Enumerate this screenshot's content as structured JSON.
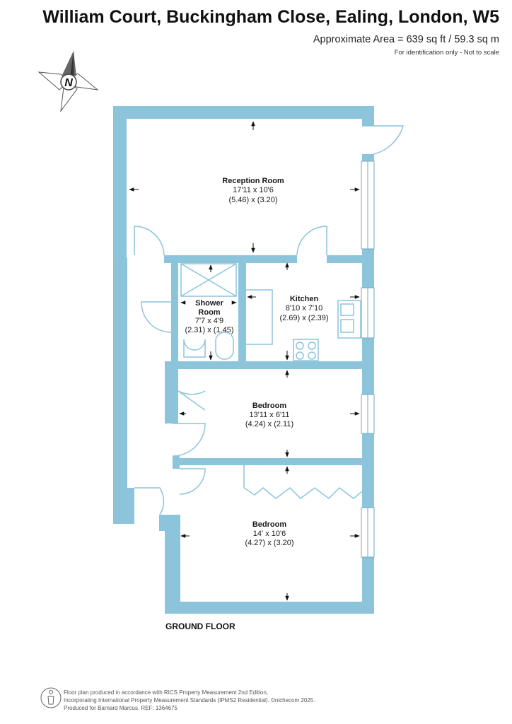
{
  "header": {
    "title": "William Court, Buckingham Close, Ealing, London, W5",
    "area": "Approximate Area = 639 sq ft / 59.3 sq m",
    "disclaimer": "For identification only - Not to scale"
  },
  "compass": {
    "letter": "N"
  },
  "rooms": [
    {
      "name": "Reception Room",
      "dim_imperial": "17'11 x 10'6",
      "dim_metric": "(5.46) x (3.20)"
    },
    {
      "name": "Kitchen",
      "dim_imperial": "8'10 x 7'10",
      "dim_metric": "(2.69) x (2.39)"
    },
    {
      "name_line1": "Shower",
      "name_line2": "Room",
      "dim_imperial": "7'7 x 4'9",
      "dim_metric": "(2.31) x (1.45)"
    },
    {
      "name": "Bedroom",
      "dim_imperial": "13'11 x 6'11",
      "dim_metric": "(4.24) x (2.11)"
    },
    {
      "name": "Bedroom",
      "dim_imperial": "14' x 10'6",
      "dim_metric": "(4.27) x (3.20)"
    }
  ],
  "floor_label": "GROUND FLOOR",
  "footer": {
    "line1": "Floor plan produced in accordance with RICS Property Measurement 2nd Edition,",
    "line2": "Incorporating International Property Measurement Standards (IPMS2 Residential).   ©nichecom 2025.",
    "line3": "Produced for Barnard Marcus.   REF:  1364675"
  },
  "colors": {
    "wall": "#8cc4dc",
    "fixture": "#8cc4dc",
    "text": "#1a1a1a"
  }
}
